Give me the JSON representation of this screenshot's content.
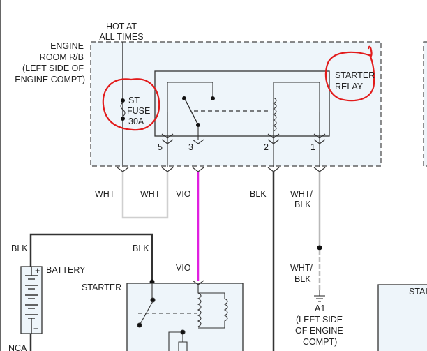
{
  "labels": {
    "hot_line1": "HOT AT",
    "hot_line2": "ALL TIMES",
    "rb_line1": "ENGINE",
    "rb_line2": "ROOM R/B",
    "rb_line3": "(LEFT SIDE OF",
    "rb_line4": "ENGINE COMPT)",
    "fuse_line1": "ST",
    "fuse_line2": "FUSE",
    "fuse_line3": "30A",
    "relay_line1": "STARTER",
    "relay_line2": "RELAY",
    "pin5": "5",
    "pin3": "3",
    "pin2": "2",
    "pin1": "1",
    "wht_a": "WHT",
    "wht_b": "WHT",
    "vio_top": "VIO",
    "blk_mid": "BLK",
    "whtblk_top1": "WHT/",
    "whtblk_top2": "BLK",
    "blk_left1": "BLK",
    "blk_left2": "BLK",
    "battery": "BATTERY",
    "battery_plus": "+",
    "battery_minus": "−",
    "vio_bottom": "VIO",
    "starter": "STARTER",
    "whtblk_bot1": "WHT/",
    "whtblk_bot2": "BLK",
    "ground_a1": "A1",
    "gnd_line1": "(LEFT SIDE",
    "gnd_line2": "OF ENGINE",
    "gnd_line3": "COMPT)",
    "nca": "NCA",
    "sta": "STAI"
  },
  "colors": {
    "violet_wire": "#e020e0",
    "white_wire": "#cfcfcf",
    "gray_wire": "#b8b8b8",
    "black_wire": "#333333",
    "annotation": "#e21b1b",
    "box_fill": "#eef5fa"
  }
}
